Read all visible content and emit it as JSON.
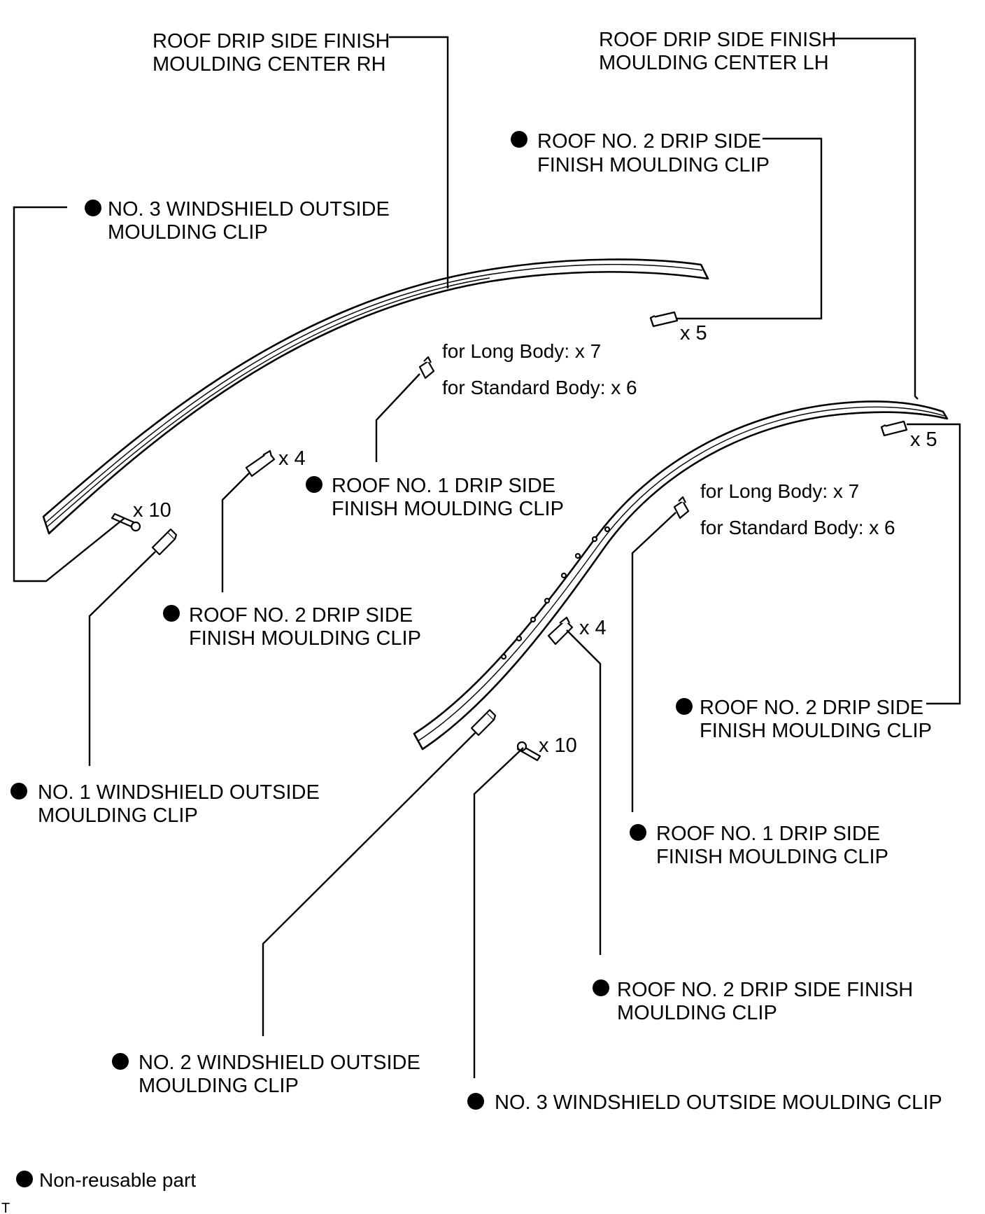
{
  "labels": {
    "rh_center_line1": "ROOF DRIP SIDE FINISH",
    "rh_center_line2": "MOULDING CENTER RH",
    "lh_center_line1": "ROOF DRIP SIDE FINISH",
    "lh_center_line2": "MOULDING CENTER LH",
    "top_no2_clip_line1": "ROOF NO. 2 DRIP SIDE",
    "top_no2_clip_line2": "FINISH MOULDING CLIP",
    "left_no3_ws_line1": "NO. 3 WINDSHIELD OUTSIDE",
    "left_no3_ws_line2": "MOULDING CLIP",
    "rh_long_body": "for Long Body: x 7",
    "rh_standard_body": "for Standard Body: x 6",
    "rh_no1_clip_line1": "ROOF NO. 1 DRIP SIDE",
    "rh_no1_clip_line2": "FINISH MOULDING CLIP",
    "rh_no2_clip_line1": "ROOF NO. 2 DRIP SIDE",
    "rh_no2_clip_line2": "FINISH MOULDING CLIP",
    "left_no1_ws_line1": "NO. 1 WINDSHIELD OUTSIDE",
    "left_no1_ws_line2": "MOULDING CLIP",
    "lh_long_body": "for Long Body: x 7",
    "lh_standard_body": "for Standard Body: x 6",
    "lh_right_no2_clip_line1": "ROOF NO. 2 DRIP SIDE",
    "lh_right_no2_clip_line2": "FINISH MOULDING CLIP",
    "lh_no1_clip_line1": "ROOF NO. 1 DRIP SIDE",
    "lh_no1_clip_line2": "FINISH MOULDING CLIP",
    "lh_bottom_no2_clip_line1": "ROOF NO. 2 DRIP SIDE FINISH",
    "lh_bottom_no2_clip_line2": "MOULDING CLIP",
    "bottom_no2_ws_line1": "NO. 2 WINDSHIELD OUTSIDE",
    "bottom_no2_ws_line2": "MOULDING CLIP",
    "bottom_no3_ws": "NO. 3 WINDSHIELD OUTSIDE MOULDING CLIP",
    "legend": "Non-reusable part",
    "corner_mark": "T"
  },
  "quantities": {
    "rh_no2_top": "x 5",
    "rh_no2_front": "x 4",
    "rh_no3_ws": "x 10",
    "lh_no2_top": "x 5",
    "lh_no2_front": "x 4",
    "lh_no3_ws": "x 10"
  }
}
